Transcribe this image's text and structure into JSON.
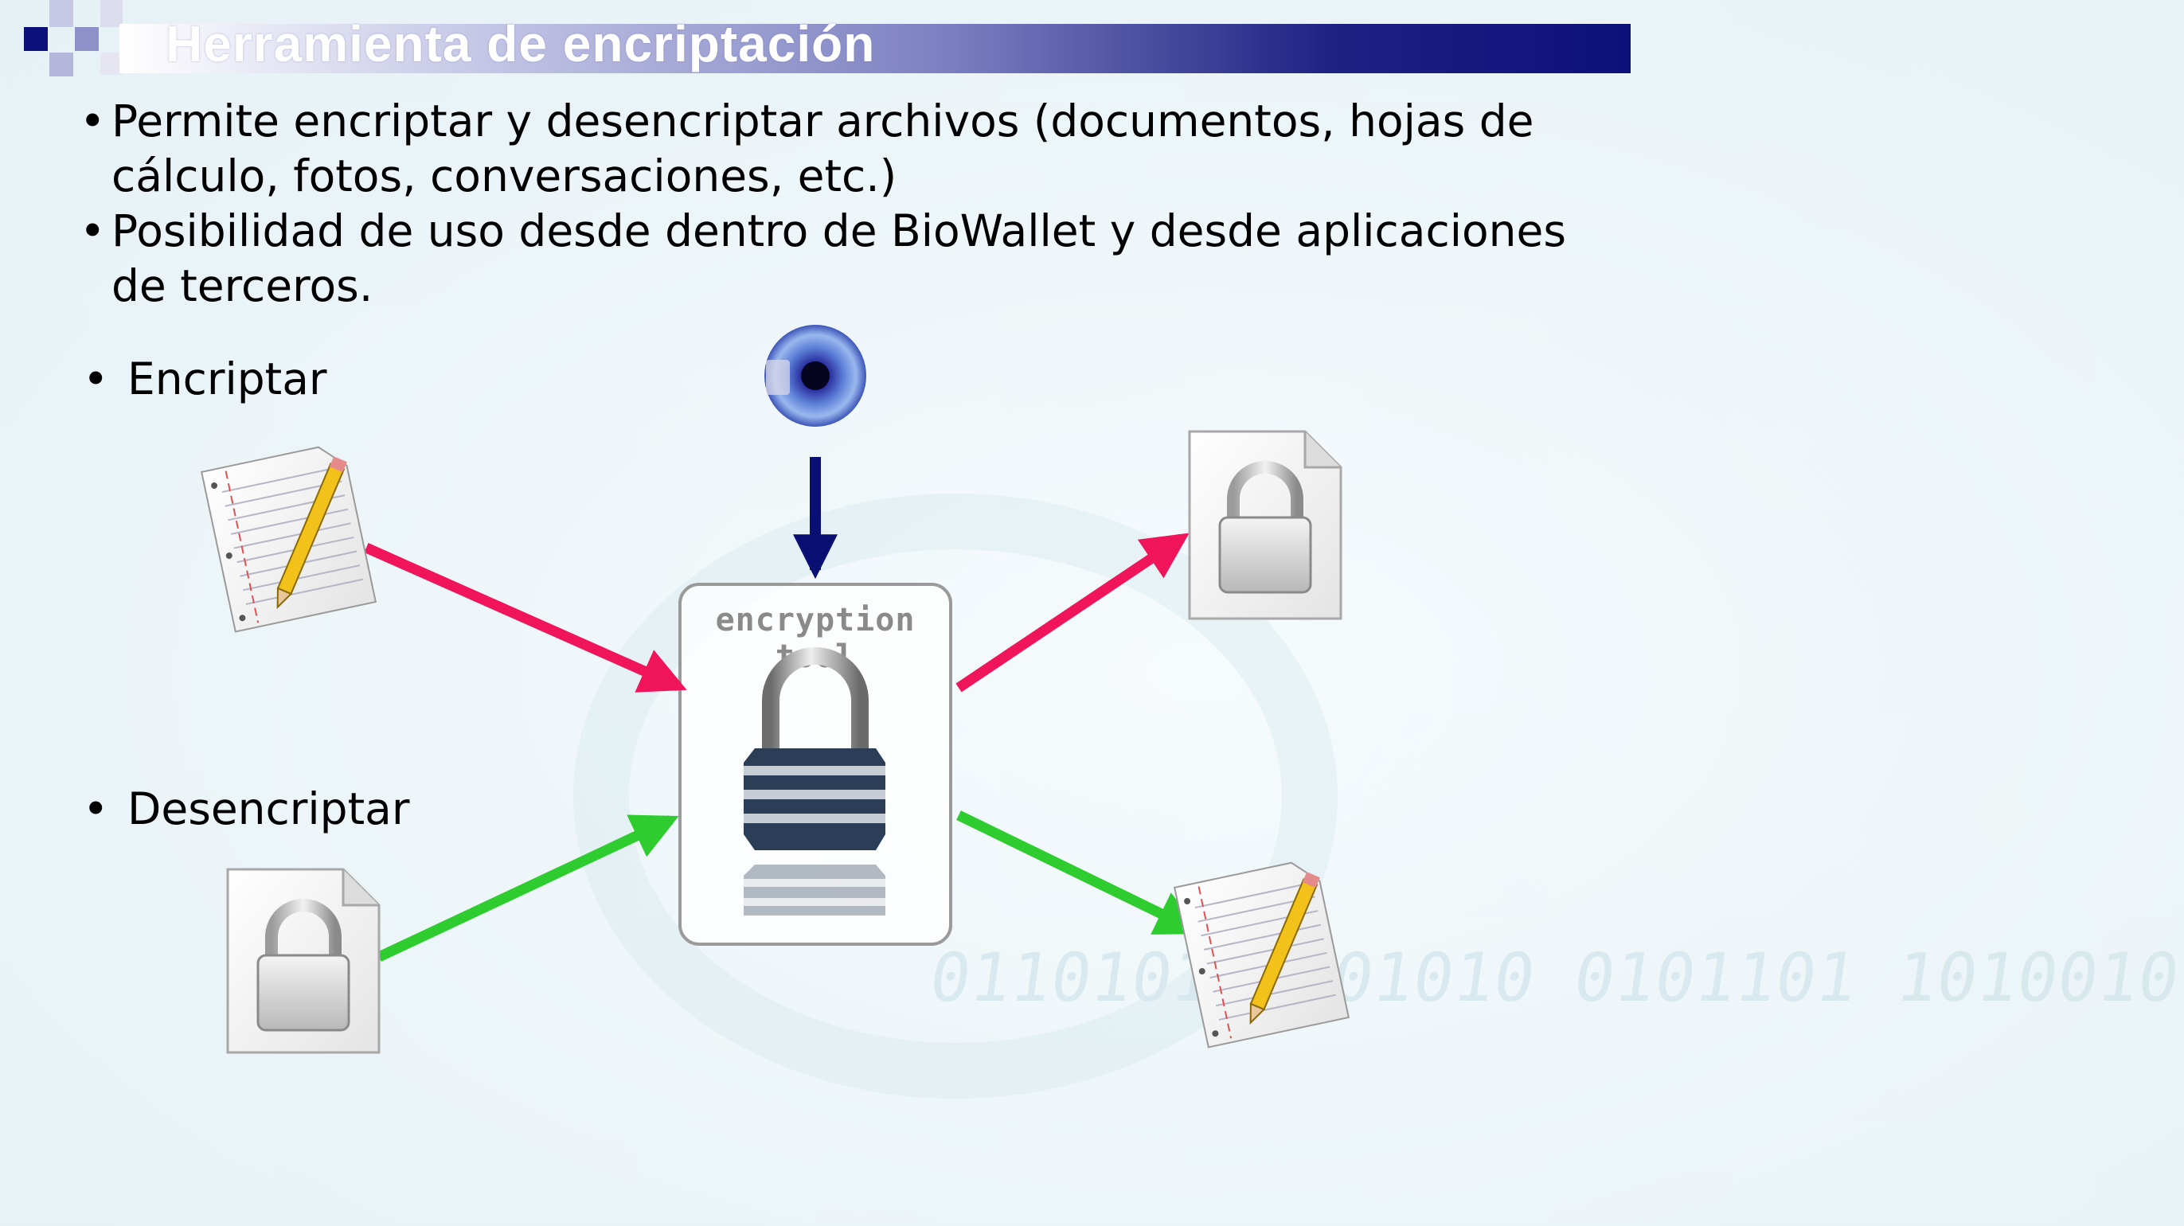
{
  "header": {
    "title": "Herramienta de encriptación"
  },
  "content": {
    "bullets": [
      "Permite encriptar y desencriptar archivos (documentos, hojas de cálculo, fotos, conversaciones, etc.)",
      "Posibilidad de uso desde dentro de BioWallet y desde aplicaciones de terceros."
    ],
    "encrypt_label": "Encriptar",
    "decrypt_label": "Desencriptar"
  },
  "diagram": {
    "tool_label": "encryption tool",
    "colors": {
      "encrypt_arrow": "#f0145a",
      "decrypt_arrow": "#2ecc2e",
      "biometric_arrow": "#0a0f73"
    },
    "icons": [
      "document-pencil-icon",
      "locked-file-icon",
      "iris-icon",
      "padlock-icon"
    ]
  },
  "background_text": "0110101 1001010 0101101 1010010"
}
